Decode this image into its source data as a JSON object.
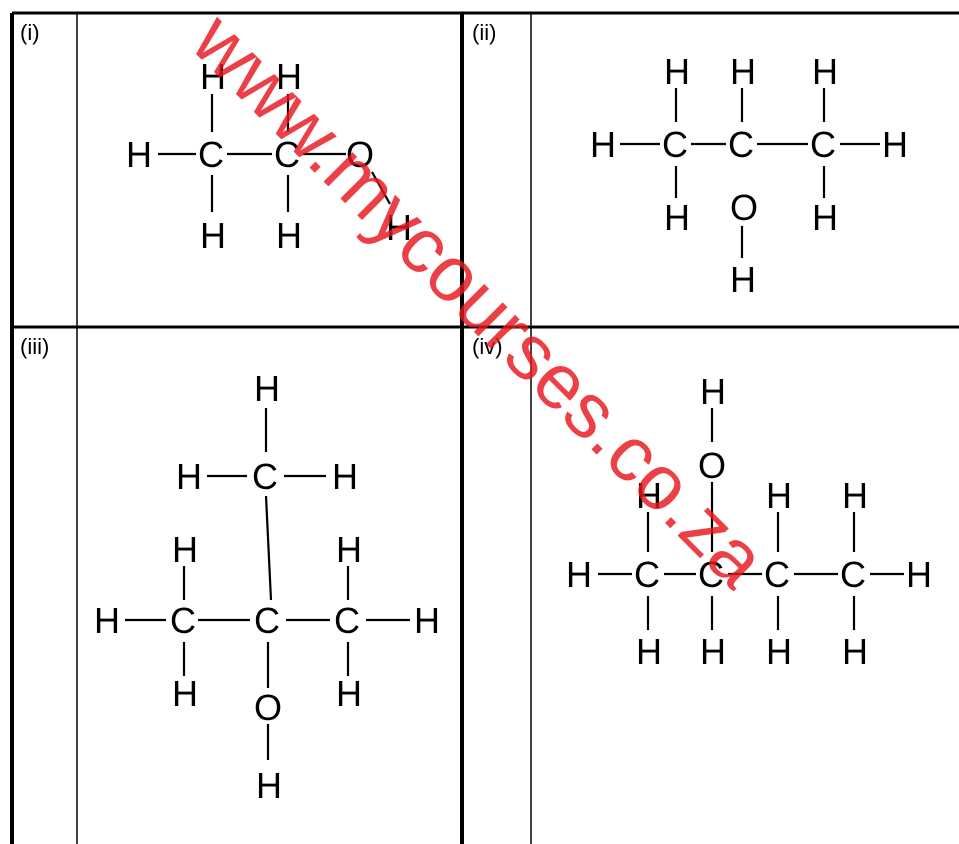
{
  "cells": {
    "i": {
      "label": "(i)"
    },
    "ii": {
      "label": "(ii)"
    },
    "iii": {
      "label": "(iii)"
    },
    "iv": {
      "label": "(iv)"
    }
  },
  "atoms": {
    "carbon": "C",
    "hydrogen": "H",
    "oxygen": "O"
  },
  "watermark": "www.mycourses.co.za",
  "colors": {
    "line": "#000000",
    "watermark": "#e8161f"
  }
}
